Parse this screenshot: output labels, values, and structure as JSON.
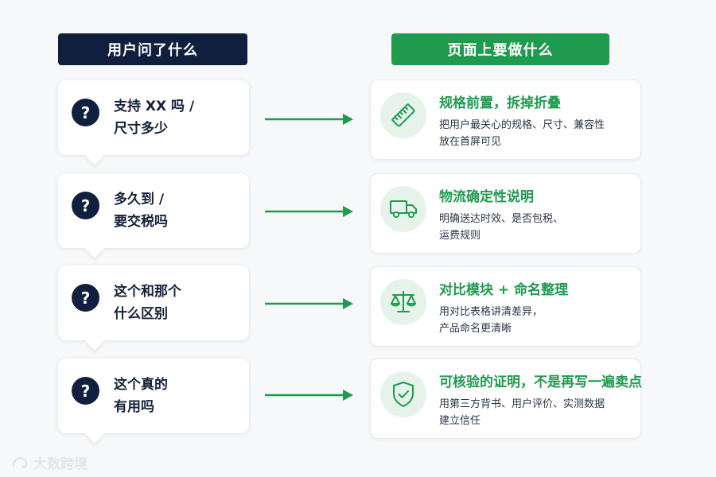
{
  "header": {
    "left": "用户问了什么",
    "right": "页面上要做什么"
  },
  "rows": [
    {
      "question": [
        "支持 XX 吗 /",
        "尺寸多少"
      ],
      "answer_title": "规格前置，拆掉折叠",
      "answer_desc": [
        "把用户最关心的规格、尺寸、兼容性",
        "放在首屏可见"
      ],
      "icon": "ruler-icon"
    },
    {
      "question": [
        "多久到 /",
        "要交税吗"
      ],
      "answer_title": "物流确定性说明",
      "answer_desc": [
        "明确送达时效、是否包税、",
        "运费规则"
      ],
      "icon": "truck-icon"
    },
    {
      "question": [
        "这个和那个",
        "什么区别"
      ],
      "answer_title": "对比模块 + 命名整理",
      "answer_desc": [
        "用对比表格讲清差异，",
        "产品命名更清晰"
      ],
      "icon": "scale-icon"
    },
    {
      "question": [
        "这个真的",
        "有用吗"
      ],
      "answer_title": "可核验的证明，不是再写一遍卖点",
      "answer_desc": [
        "用第三方背书、用户评价、实测数据",
        "建立信任"
      ],
      "icon": "shield-check-icon"
    }
  ],
  "question_mark": "?",
  "watermark": "大数跨境",
  "colors": {
    "navy": "#0f1f3d",
    "green": "#1f9a4f",
    "light_green": "#e5f3ea"
  }
}
